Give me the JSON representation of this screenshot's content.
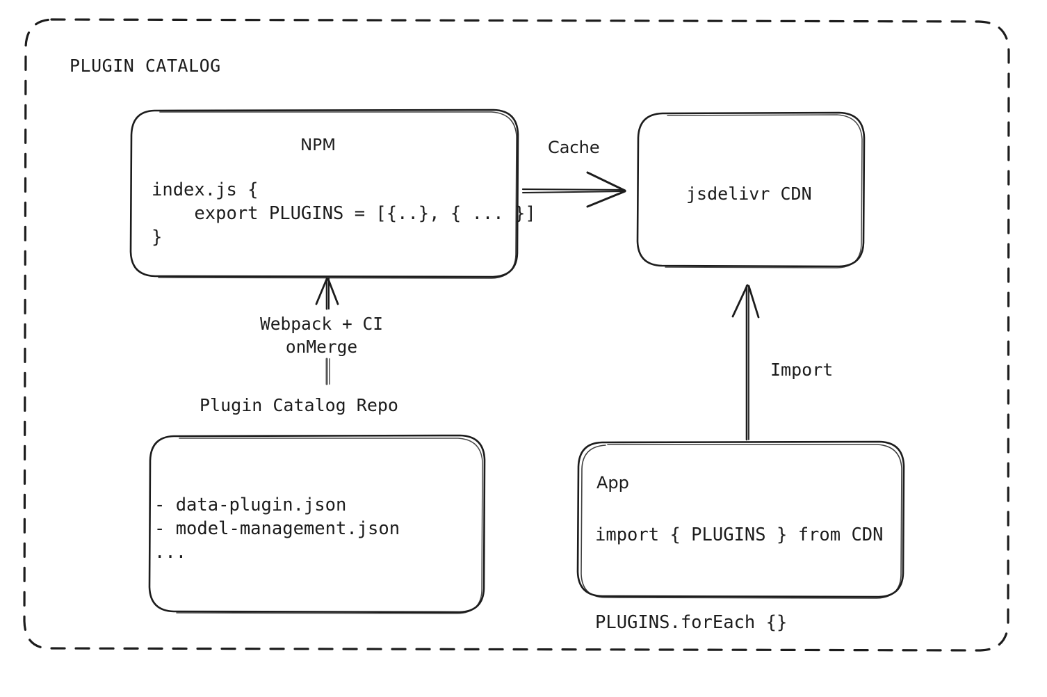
{
  "diagram": {
    "title": "PLUGIN CATALOG",
    "stroke_color": "#1c1c1c",
    "background_color": "#ffffff",
    "container_border_style": "dashed-rounded-rectangle"
  },
  "nodes": {
    "npm": {
      "title": "NPM",
      "code": "index.js {\n    export PLUGINS = [{..}, { ... }]\n}"
    },
    "cdn": {
      "title": "jsdelivr CDN"
    },
    "repo": {
      "caption": "Plugin Catalog Repo",
      "files": "- data-plugin.json\n- model-management.json\n..."
    },
    "app": {
      "title": "App",
      "code": "import { PLUGINS } from CDN\n\nPLUGINS.forEach {}"
    }
  },
  "edges": {
    "npm_to_cdn": {
      "label": "Cache",
      "from": "npm",
      "to": "cdn",
      "direction": "right"
    },
    "repo_to_npm": {
      "label": "Webpack + CI\nonMerge",
      "from": "repo",
      "to": "npm",
      "direction": "up"
    },
    "app_to_cdn": {
      "label": "Import",
      "from": "app",
      "to": "cdn",
      "direction": "up"
    }
  }
}
